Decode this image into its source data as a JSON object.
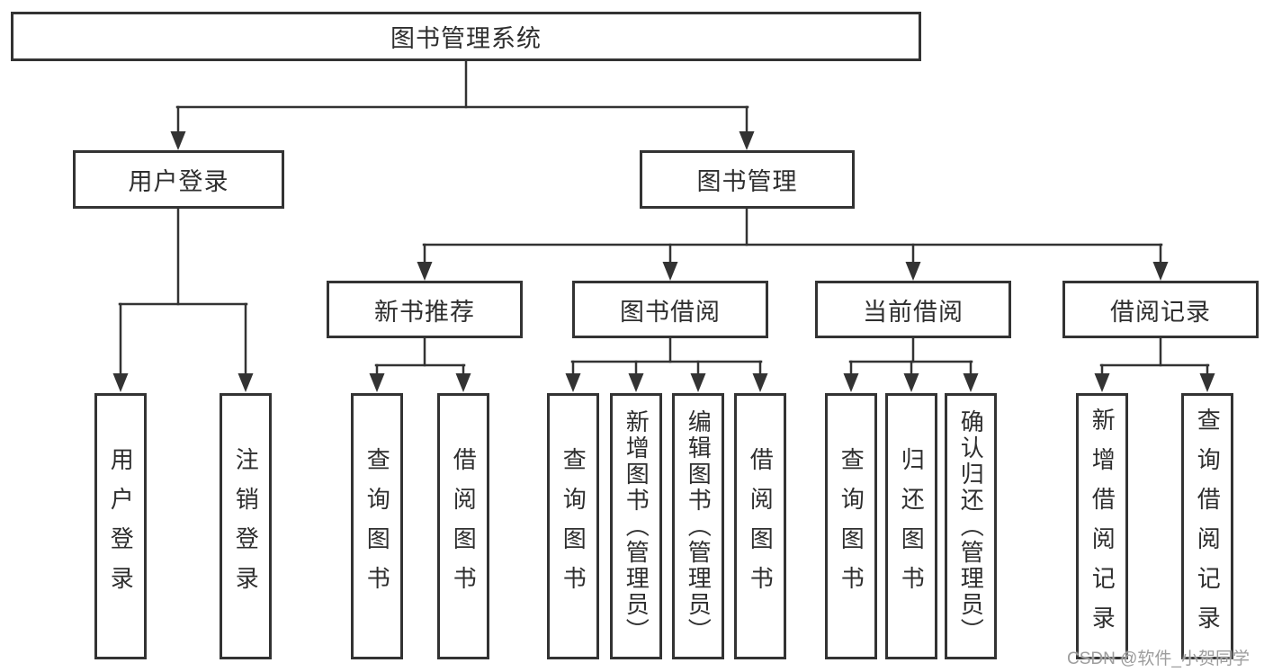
{
  "colors": {
    "line": "#333333",
    "node_border": "#333333",
    "node_background": "#ffffff",
    "text": "#2e2e2e",
    "watermark": "#9d9d9d",
    "page_background": "#ffffff"
  },
  "watermark": {
    "text": "CSDN @软件_小贺同学"
  },
  "tree": {
    "root": {
      "label": "图书管理系统"
    },
    "branches": [
      {
        "label": "用户登录",
        "children": [
          {
            "label": "用户登录"
          },
          {
            "label": "注销登录"
          }
        ]
      },
      {
        "label": "图书管理",
        "children": [
          {
            "label": "新书推荐",
            "children": [
              {
                "label": "查询图书"
              },
              {
                "label": "借阅图书"
              }
            ]
          },
          {
            "label": "图书借阅",
            "children": [
              {
                "label": "查询图书"
              },
              {
                "label": "新增图书（管理员）"
              },
              {
                "label": "编辑图书（管理员）"
              },
              {
                "label": "借阅图书"
              }
            ]
          },
          {
            "label": "当前借阅",
            "children": [
              {
                "label": "查询图书"
              },
              {
                "label": "归还图书"
              },
              {
                "label": "确认归还（管理员）"
              }
            ]
          },
          {
            "label": "借阅记录",
            "children": [
              {
                "label": "新增借阅记录"
              },
              {
                "label": "查询借阅记录"
              }
            ]
          }
        ]
      }
    ]
  }
}
